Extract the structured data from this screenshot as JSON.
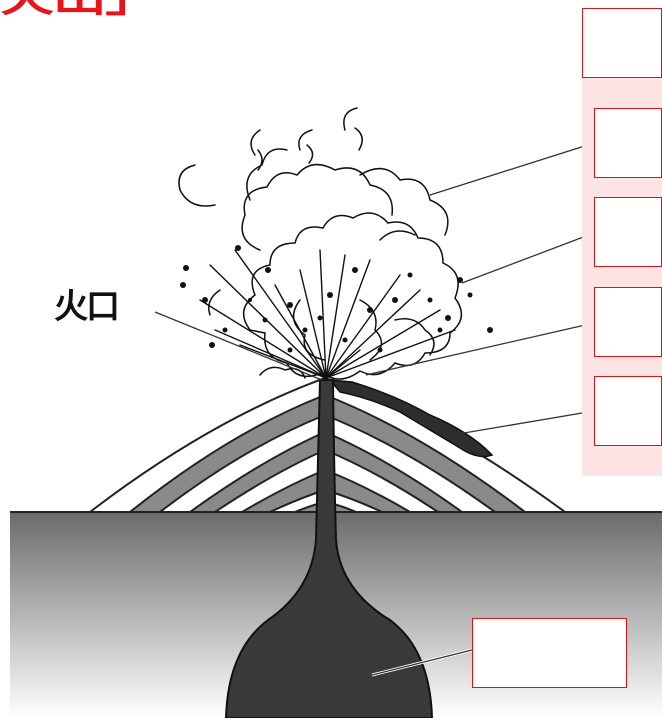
{
  "diagram": {
    "title": "火山」",
    "crater_label": "火口",
    "answer_boxes": [
      {
        "name": "answer-box-top",
        "text": ""
      },
      {
        "name": "answer-box-eruption-cloud",
        "text": ""
      },
      {
        "name": "answer-box-volcanic-bombs",
        "text": ""
      },
      {
        "name": "answer-box-ash",
        "text": ""
      },
      {
        "name": "answer-box-lava-flow",
        "text": ""
      },
      {
        "name": "answer-box-magma-chamber",
        "text": ""
      }
    ]
  },
  "colors": {
    "title": "#e8141c",
    "box_border": "#d8151c",
    "panel_bg": "#fde3e3",
    "ground_top": "#6b6b6b",
    "ground_bottom": "#ffffff",
    "magma": "#3a3a3a",
    "strata_gray": "#8a8a8a"
  }
}
